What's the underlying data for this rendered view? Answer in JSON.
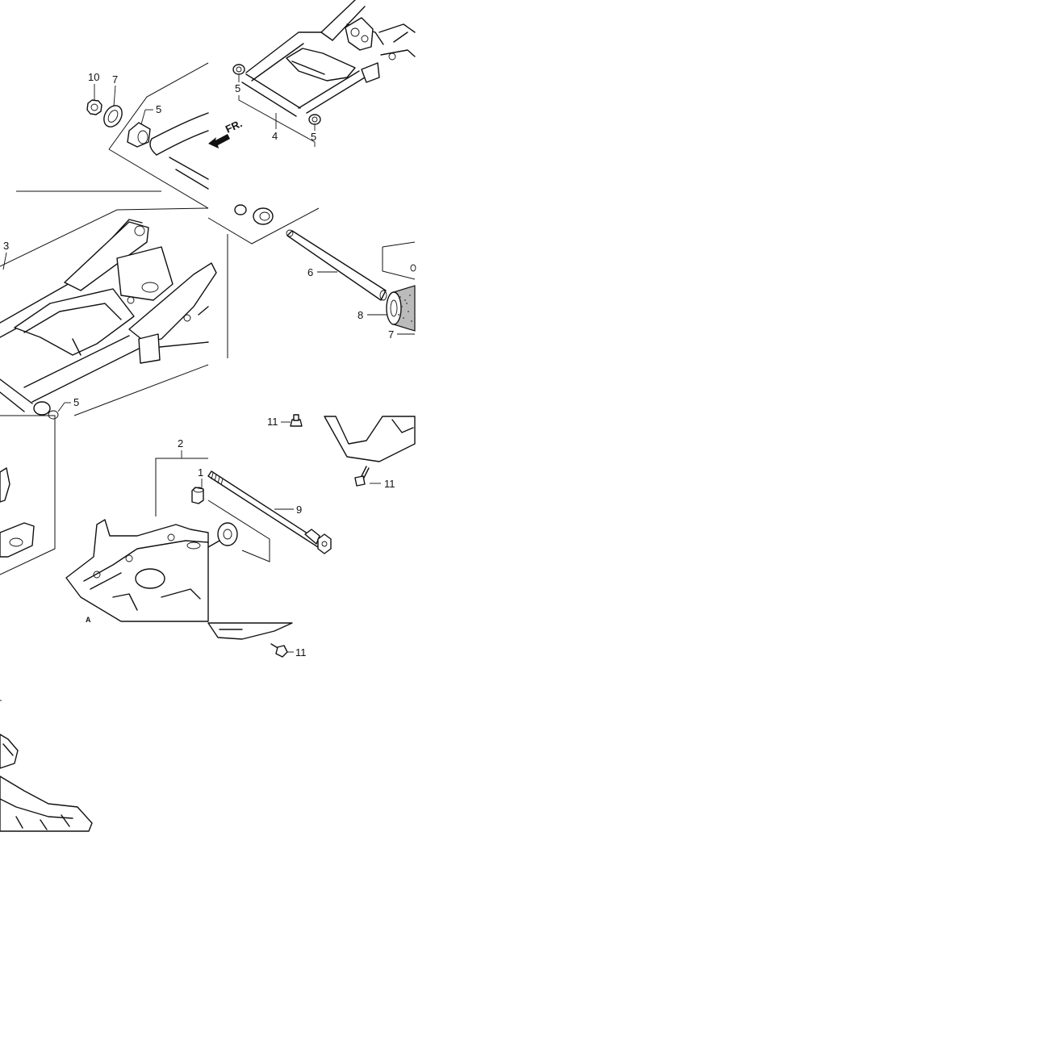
{
  "diagram": {
    "direction_marker": "FR.",
    "corner_mark": "A",
    "callouts": [
      {
        "id": "c10",
        "text": "10"
      },
      {
        "id": "c7a",
        "text": "7"
      },
      {
        "id": "c5a",
        "text": "5"
      },
      {
        "id": "c5b",
        "text": "5"
      },
      {
        "id": "c4",
        "text": "4"
      },
      {
        "id": "c5c",
        "text": "5"
      },
      {
        "id": "c3",
        "text": "3"
      },
      {
        "id": "c6",
        "text": "6"
      },
      {
        "id": "c8",
        "text": "8"
      },
      {
        "id": "c7b",
        "text": "7"
      },
      {
        "id": "c5d",
        "text": "5"
      },
      {
        "id": "c11a",
        "text": "11"
      },
      {
        "id": "c11b",
        "text": "11"
      },
      {
        "id": "c2",
        "text": "2"
      },
      {
        "id": "c1",
        "text": "1"
      },
      {
        "id": "c9",
        "text": "9"
      },
      {
        "id": "c11c",
        "text": "11"
      }
    ]
  }
}
